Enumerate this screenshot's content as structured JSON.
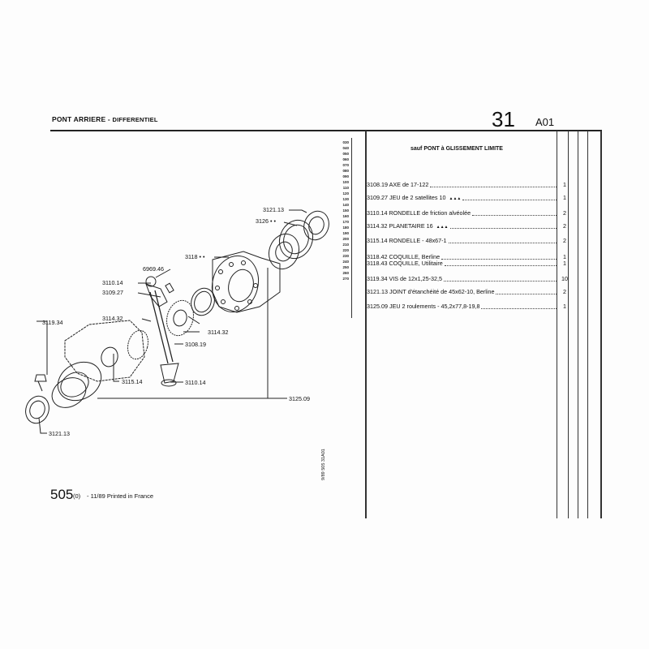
{
  "header": {
    "title_main": "PONT ARRIERE",
    "title_sep": " - ",
    "title_sub": "DIFFERENTIEL",
    "group_number": "31",
    "page_code": "A01"
  },
  "code_column": [
    "030",
    "040",
    "050",
    "060",
    "070",
    "080",
    "090",
    "100",
    "110",
    "120",
    "130",
    "140",
    "150",
    "160",
    "170",
    "180",
    "190",
    "200",
    "210",
    "220",
    "230",
    "240",
    "250",
    "260",
    "270"
  ],
  "table": {
    "title": "sauf PONT à GLISSEMENT LIMITE",
    "rows": [
      {
        "desc": "3108.19 AXE de 17-122",
        "qty": "1",
        "tri": ""
      },
      {
        "desc": "3109.27 JEU de 2 satellites 10",
        "qty": "1",
        "tri": "▲▲▲"
      },
      {
        "desc": "3110.14 RONDELLE de friction alvéolée",
        "qty": "2",
        "tri": ""
      },
      {
        "desc": "3114.32 PLANETAIRE 16",
        "qty": "2",
        "tri": "▲▲▲"
      },
      {
        "desc": "3115.14 RONDELLE - 48x67-1",
        "qty": "2",
        "tri": ""
      },
      {
        "desc": "3118.42 COQUILLE, Berline",
        "qty": "1",
        "tri": ""
      },
      {
        "desc": "3118.43 COQUILLE, Utilitaire",
        "qty": "1",
        "tri": ""
      },
      {
        "desc": "3119.34 VIS de 12x1,25-32,5",
        "qty": "10",
        "tri": ""
      },
      {
        "desc": "3121.13 JOINT d'étanchéité de 45x62-10, Berline",
        "qty": "2",
        "tri": ""
      },
      {
        "desc": "3125.09 JEU 2 roulements - 45,2x77,8-19,8",
        "qty": "1",
        "tri": ""
      }
    ]
  },
  "callouts": {
    "c3121_top": "3121.13",
    "c3126": "3126 • •",
    "c3118": "3118 • •",
    "c6969": "6969.46",
    "c3110_a": "3110.14",
    "c3109": "3109.27",
    "c3114_a": "3114.32",
    "c3114_b": "3114.32",
    "c3119": "3119.34",
    "c3108": "3108.19",
    "c3115": "3115.14",
    "c3110_b": "3110.14",
    "c3125": "3125.09",
    "c3121_bot": "3121.13"
  },
  "footer": {
    "model": "505",
    "suffix": "(0)",
    "text": "- 11/89 Printed in France",
    "side_ref": "9/89 505 31A01"
  }
}
